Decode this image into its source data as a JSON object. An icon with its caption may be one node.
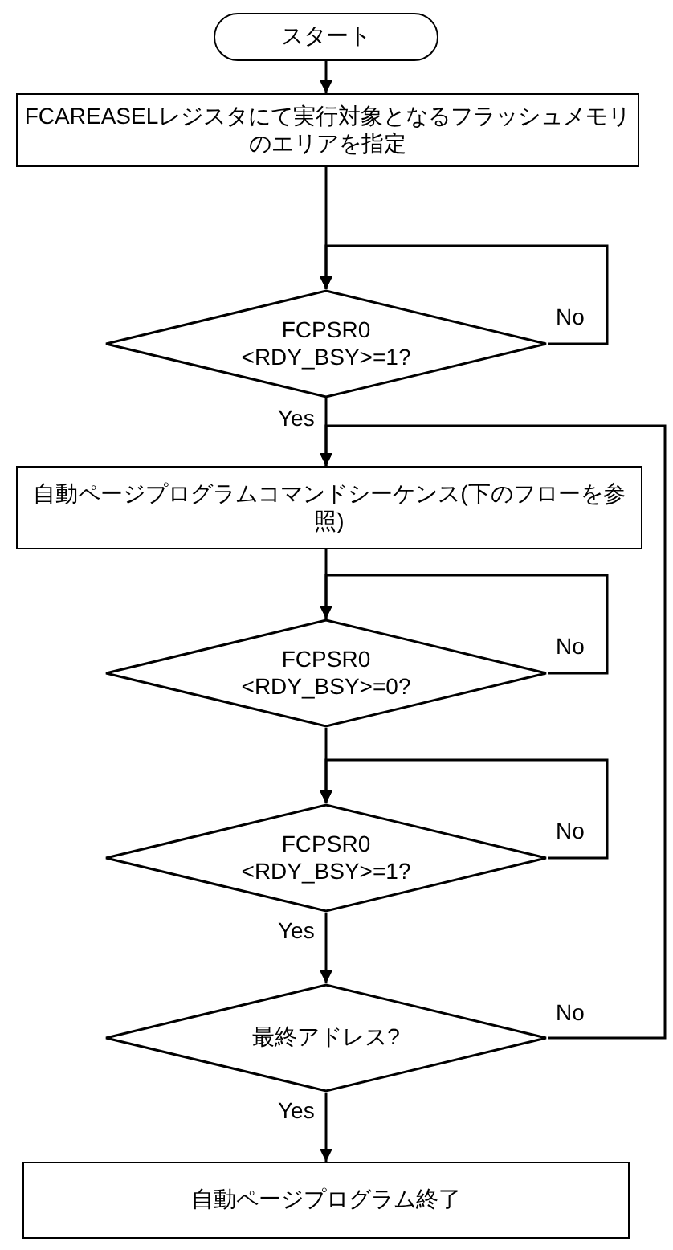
{
  "diagram": {
    "nodes": [
      {
        "text": [
          "スタート"
        ]
      },
      {
        "text": [
          "FCAREASELレジスタにて実行対象となるフラッシュメモリのエリアを指定"
        ]
      },
      {
        "text": [
          "FCPSR0 <RDY_BSY>=1?"
        ]
      },
      {
        "text": [
          "自動ページプログラムコマンドシーケンス(下のフローを参照)"
        ]
      },
      {
        "text": [
          "FCPSR0 <RDY_BSY>=0?"
        ]
      },
      {
        "text": [
          "FCPSR0 <RDY_BSY>=1?"
        ]
      },
      {
        "text": [
          "最終アドレス?"
        ]
      },
      {
        "text": [
          "自動ページプログラム終了"
        ]
      }
    ],
    "edges": [
      {
        "from": 0,
        "to": 1,
        "arrow": "to"
      },
      {
        "from": 1,
        "to": 2,
        "arrow": "to"
      },
      {
        "from": 2,
        "to": 2,
        "arrow": "to",
        "label": "No"
      },
      {
        "from": 2,
        "to": 3,
        "arrow": "to",
        "label": "Yes"
      },
      {
        "from": 3,
        "to": 4,
        "arrow": "to"
      },
      {
        "from": 4,
        "to": 4,
        "arrow": "to",
        "label": "No"
      },
      {
        "from": 4,
        "to": 5,
        "arrow": "to"
      },
      {
        "from": 5,
        "to": 5,
        "arrow": "to",
        "label": "No"
      },
      {
        "from": 5,
        "to": 6,
        "arrow": "to",
        "label": "Yes"
      },
      {
        "from": 6,
        "to": 3,
        "arrow": "to",
        "label": "No"
      },
      {
        "from": 6,
        "to": 7,
        "arrow": "to",
        "label": "Yes"
      }
    ]
  }
}
